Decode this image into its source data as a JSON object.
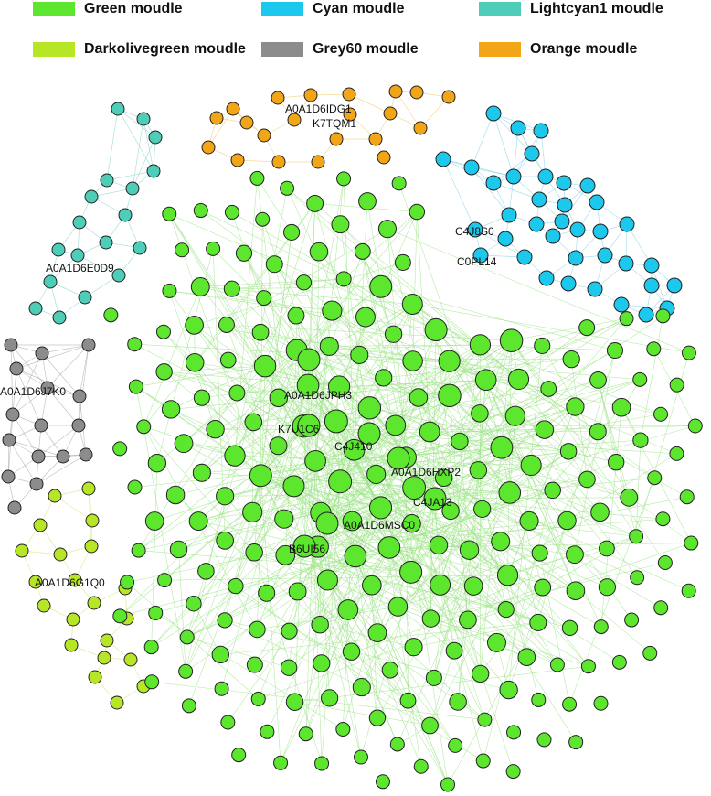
{
  "legend": [
    {
      "label": "Green moudle",
      "color": "#5ce62e"
    },
    {
      "label": "Cyan moudle",
      "color": "#1cc8ec"
    },
    {
      "label": "Lightcyan1 moudle",
      "color": "#4ecdb8"
    },
    {
      "label": "Darkolivegreen moudle",
      "color": "#b7e626"
    },
    {
      "label": "Grey60 moudle",
      "color": "#8c8c8c"
    },
    {
      "label": "Orange moudle",
      "color": "#f2a516"
    }
  ],
  "edge_colors": {
    "green": "#9fe38a",
    "cyan": "#8fd6ec",
    "lightcyan": "#8fd8cc",
    "grey": "#b0b0b0",
    "olive": "#d6e87a",
    "orange": "#f2cd7a"
  },
  "hub_labels": {
    "orange": [
      "A0A1D6IDG1",
      "K7TQM1"
    ],
    "cyan": [
      "C4J8S0",
      "C0PL14"
    ],
    "lightcyan": [
      "A0A1D6E0D9"
    ],
    "grey": [
      "A0A1D6J7K0"
    ],
    "olive": [
      "A0A1D6G1Q0"
    ],
    "green": [
      "A0A1D6JPH3",
      "K7U1C6",
      "C4J410",
      "A0A1D6HXP2",
      "C4JA13",
      "A0A1D6MSC0",
      "B6UI56"
    ]
  }
}
